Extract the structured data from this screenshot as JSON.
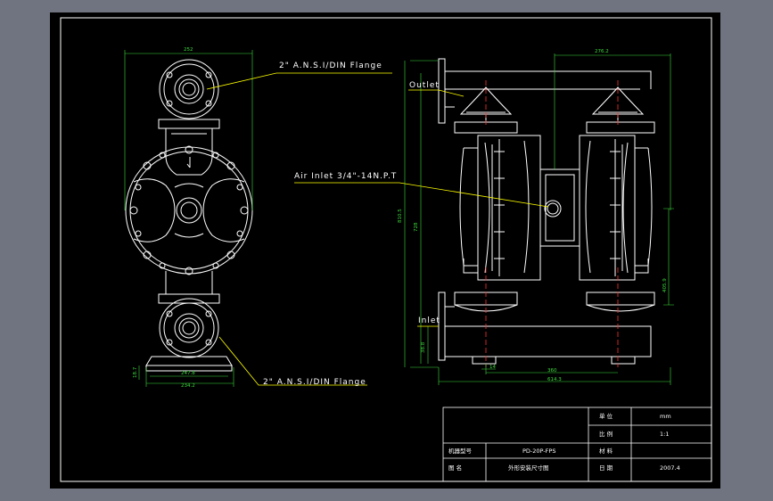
{
  "labels": {
    "flange_top": "2\" A.N.S.I/DIN Flange",
    "flange_bottom": "2\" A.N.S.I/DIN Flange",
    "outlet": "Outlet",
    "inlet": "Inlet",
    "air_inlet": "Air Inlet 3/4\"-14N.P.T"
  },
  "dimensions": {
    "left_width_top": "252",
    "left_inner_bottom": "247.8",
    "left_outer_bottom": "234.2",
    "left_side_small": "18.7",
    "right_top": "276.2",
    "right_height_outer": "810.5",
    "right_height_inner": "728",
    "right_side": "405.9",
    "right_bottom_small": "38.8",
    "right_foot": "14",
    "right_bottom_mid": "360",
    "right_bottom_total": "614.3"
  },
  "title_block": {
    "r1_label": "单 位",
    "r1_value": "mm",
    "r2_label": "比 例",
    "r2_value": "1:1",
    "model_label": "机器型号",
    "model_value": "PD-20P-FPS",
    "material_label": "材 料",
    "name_label": "图 名",
    "name_value": "外形安装尺寸图",
    "date_label": "日 期",
    "date_value": "2007.4"
  },
  "colors": {
    "frame": "#ffffff",
    "drawing": "#ffffff",
    "dimension": "#3ddc3d",
    "leader": "#ffff00",
    "centerline": "#ff3030"
  }
}
